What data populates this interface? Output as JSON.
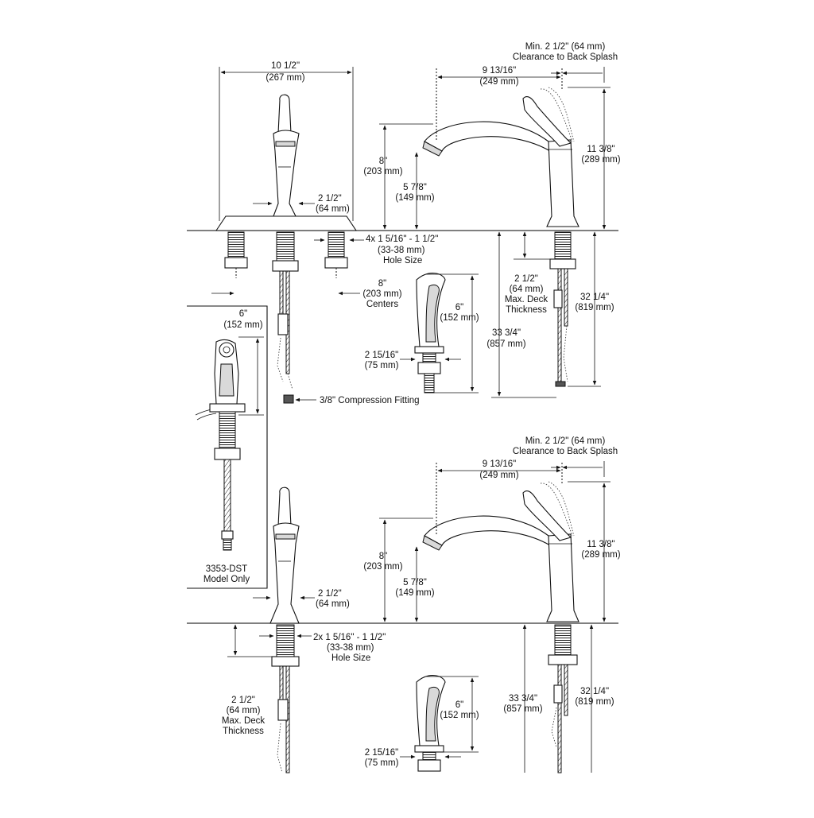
{
  "dims": {
    "width_top": [
      "10 1/2\"",
      "(267 mm)"
    ],
    "handle_offset_top": [
      "2 1/2\"",
      "(64 mm)"
    ],
    "hole_size_top": [
      "4x 1 5/16\" - 1 1/2\"",
      "(33-38 mm)",
      "Hole Size"
    ],
    "centers": [
      "8\"",
      "(203 mm)",
      "Centers"
    ],
    "sprayer_side_height": [
      "6\"",
      "(152 mm)"
    ],
    "compression_fitting": "3/8\" Compression Fitting",
    "model_note": [
      "3353-DST",
      "Model Only"
    ],
    "spout_reach_top": [
      "9 13/16\"",
      "(249 mm)"
    ],
    "backsplash_top": [
      "Min. 2 1/2\" (64 mm)",
      "Clearance to Back Splash"
    ],
    "spout_height_top": [
      "8\"",
      "(203 mm)"
    ],
    "outlet_height_top": [
      "5 7/8\"",
      "(149 mm)"
    ],
    "overall_height_top": [
      "11 3/8\"",
      "(289 mm)"
    ],
    "deck_thickness_top": [
      "2 1/2\"",
      "(64 mm)",
      "Max. Deck",
      "Thickness"
    ],
    "spray_height_top": [
      "6\"",
      "(152 mm)"
    ],
    "spray_shank_top": [
      "2 15/16\"",
      "(75 mm)"
    ],
    "below_deck_long_top": [
      "33 3/4\"",
      "(857 mm)"
    ],
    "below_deck_short_top": [
      "32 1/4\"",
      "(819 mm)"
    ],
    "handle_offset_bottom": [
      "2 1/2\"",
      "(64 mm)"
    ],
    "hole_size_bottom": [
      "2x 1 5/16\" - 1 1/2\"",
      "(33-38 mm)",
      "Hole Size"
    ],
    "deck_thickness_bottom": [
      "2 1/2\"",
      "(64 mm)",
      "Max. Deck",
      "Thickness"
    ],
    "spout_reach_bottom": [
      "9 13/16\"",
      "(249 mm)"
    ],
    "backsplash_bottom": [
      "Min. 2 1/2\" (64 mm)",
      "Clearance to Back Splash"
    ],
    "spout_height_bottom": [
      "8\"",
      "(203 mm)"
    ],
    "outlet_height_bottom": [
      "5 7/8\"",
      "(149 mm)"
    ],
    "overall_height_bottom": [
      "11 3/8\"",
      "(289 mm)"
    ],
    "spray_height_bottom": [
      "6\"",
      "(152 mm)"
    ],
    "spray_shank_bottom": [
      "2 15/16\"",
      "(75 mm)"
    ],
    "below_deck_long_bottom": [
      "33 3/4\"",
      "(857 mm)"
    ],
    "below_deck_short_bottom": [
      "32 1/4\"",
      "(819 mm)"
    ]
  }
}
